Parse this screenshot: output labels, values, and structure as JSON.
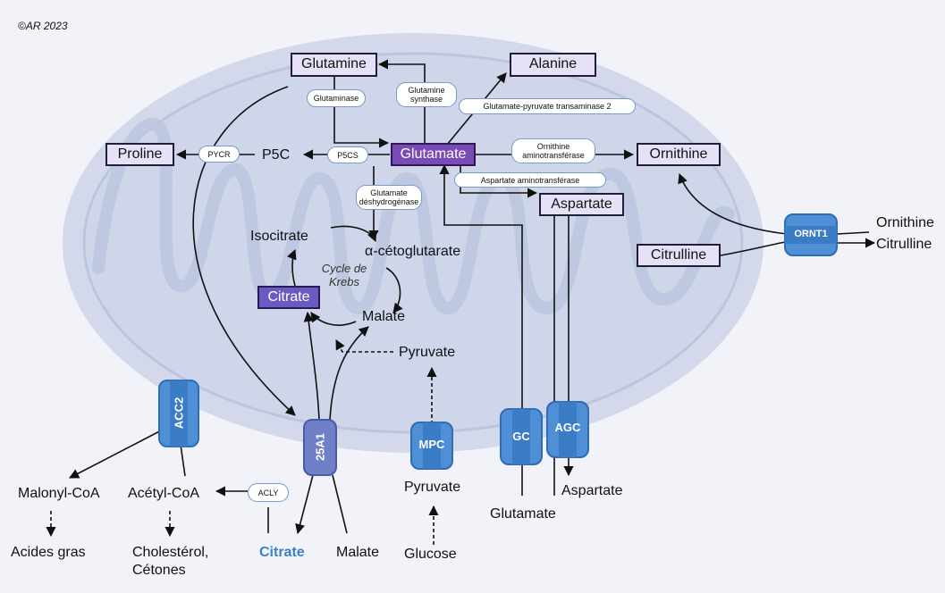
{
  "copyright": "©AR 2023",
  "colors": {
    "mito_fill": "#d3d9ea",
    "mito_inner": "#c8cfe4",
    "transporter": "#4f8fd6",
    "transporter_dark": "#2f6cb3",
    "slc25a1": "#6f80c8",
    "glutamate_box": "#7a4bb6",
    "citrate_box": "#6a5bc2",
    "light_box": "#e6e1f6",
    "blue_text": "#3a7fc8"
  },
  "metabolites": {
    "glutamine": "Glutamine",
    "alanine": "Alanine",
    "glutamate_box": "Glutamate",
    "proline": "Proline",
    "p5c": "P5C",
    "ornithine_box": "Ornithine",
    "aspartate_box": "Aspartate",
    "citrulline_box": "Citrulline",
    "isocitrate": "Isocitrate",
    "alpha_kg": "α-cétoglutarate",
    "citrate_box": "Citrate",
    "malate_in": "Malate",
    "pyruvate_in": "Pyruvate",
    "ornithine_out": "Ornithine",
    "citrulline_out": "Citrulline",
    "malonyl_coa": "Malonyl-CoA",
    "acetyl_coa": "Acétyl-CoA",
    "acides_gras": "Acides gras",
    "cholesterol": "Cholestérol,",
    "cetones": "Cétones",
    "citrate_out": "Citrate",
    "malate_out": "Malate",
    "pyruvate_out": "Pyruvate",
    "glucose": "Glucose",
    "glutamate_out": "Glutamate",
    "aspartate_out": "Aspartate"
  },
  "enzymes": {
    "glutaminase": "Glutaminase",
    "glutamine_synthase_1": "Glutamine",
    "glutamine_synthase_2": "synthase",
    "gpt2": "Glutamate-pyruvate transaminase 2",
    "pycr": "PYCR",
    "p5cs": "P5CS",
    "oat_1": "Ornithine",
    "oat_2": "aminotransférase",
    "ast": "Aspartate aminotransférase",
    "gdh_1": "Glutamate",
    "gdh_2": "déshydrogénase",
    "acly": "ACLY"
  },
  "cycle": {
    "line1": "Cycle de",
    "line2": "Krebs"
  },
  "transporters": {
    "acc2": "ACC2",
    "slc25a1": "25A1",
    "mpc": "MPC",
    "gc": "GC",
    "agc": "AGC",
    "ornt1": "ORNT1"
  }
}
